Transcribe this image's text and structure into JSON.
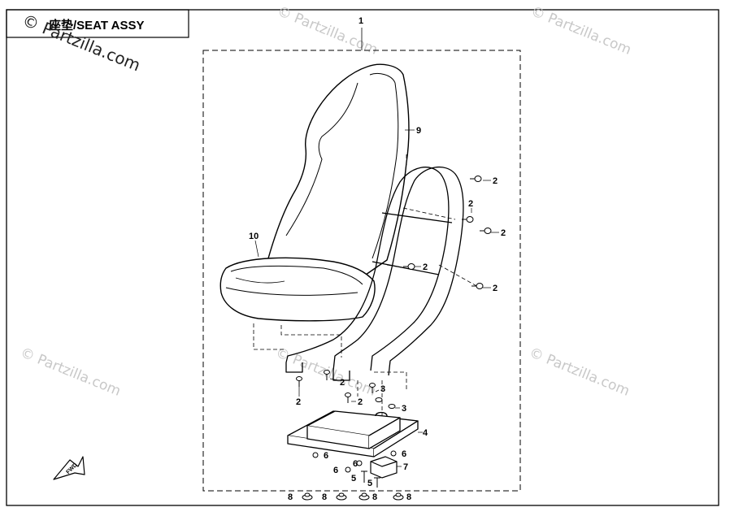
{
  "title": "座垫/SEAT ASSY",
  "watermark": "© Partzilla.com",
  "fwd_label": "FWD",
  "callouts": {
    "c1": "1",
    "c2a": "2",
    "c2b": "2",
    "c2c": "2",
    "c2d": "2",
    "c2e": "2",
    "c2f": "2",
    "c2g": "2",
    "c2h": "2",
    "c3a": "3",
    "c3b": "3",
    "c4": "4",
    "c5a": "5",
    "c5b": "5",
    "c6a": "6",
    "c6b": "6",
    "c6c": "6",
    "c6d": "6",
    "c7": "7",
    "c8a": "8",
    "c8b": "8",
    "c8c": "8",
    "c8d": "8",
    "c9": "9",
    "c10": "10"
  }
}
